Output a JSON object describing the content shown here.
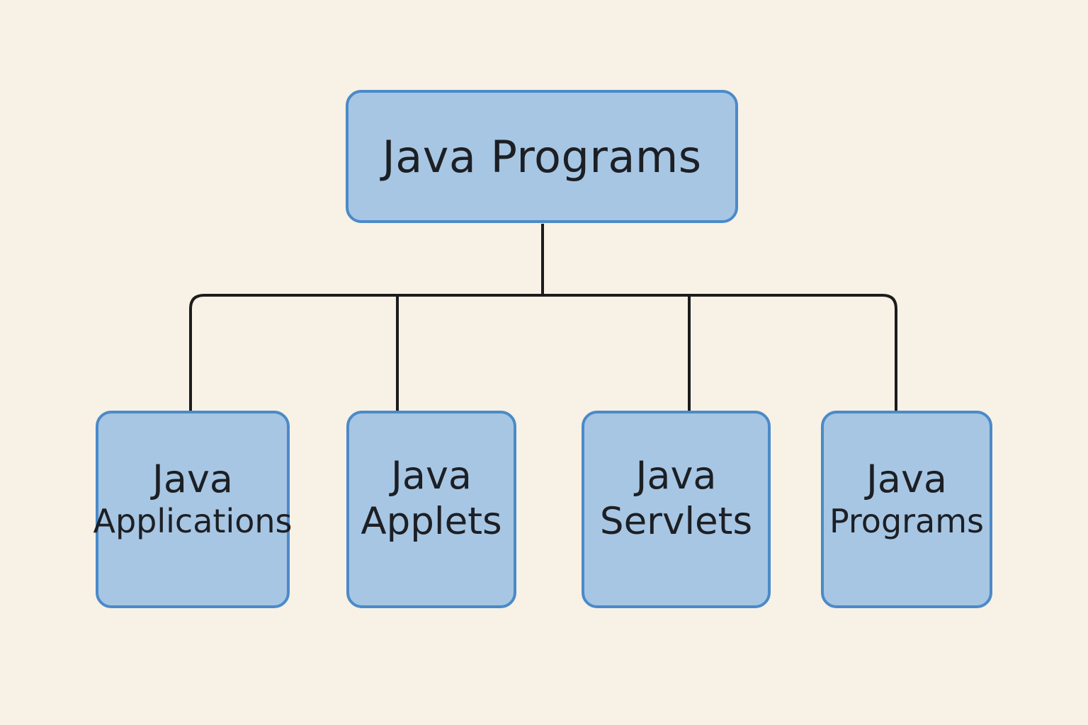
{
  "root": {
    "label": "Java Programs"
  },
  "children": [
    {
      "line1": "Java",
      "line2": "Applications"
    },
    {
      "line1": "Java",
      "line2": "Applets"
    },
    {
      "line1": "Java",
      "line2": "Servlets"
    },
    {
      "line1": "Java",
      "line2": "Programs"
    }
  ],
  "colors": {
    "background": "#f7f1e6",
    "box_fill": "#a7c6e3",
    "box_border": "#4b8ac8",
    "connector": "#1c1c1c",
    "text": "#1c1f24"
  }
}
